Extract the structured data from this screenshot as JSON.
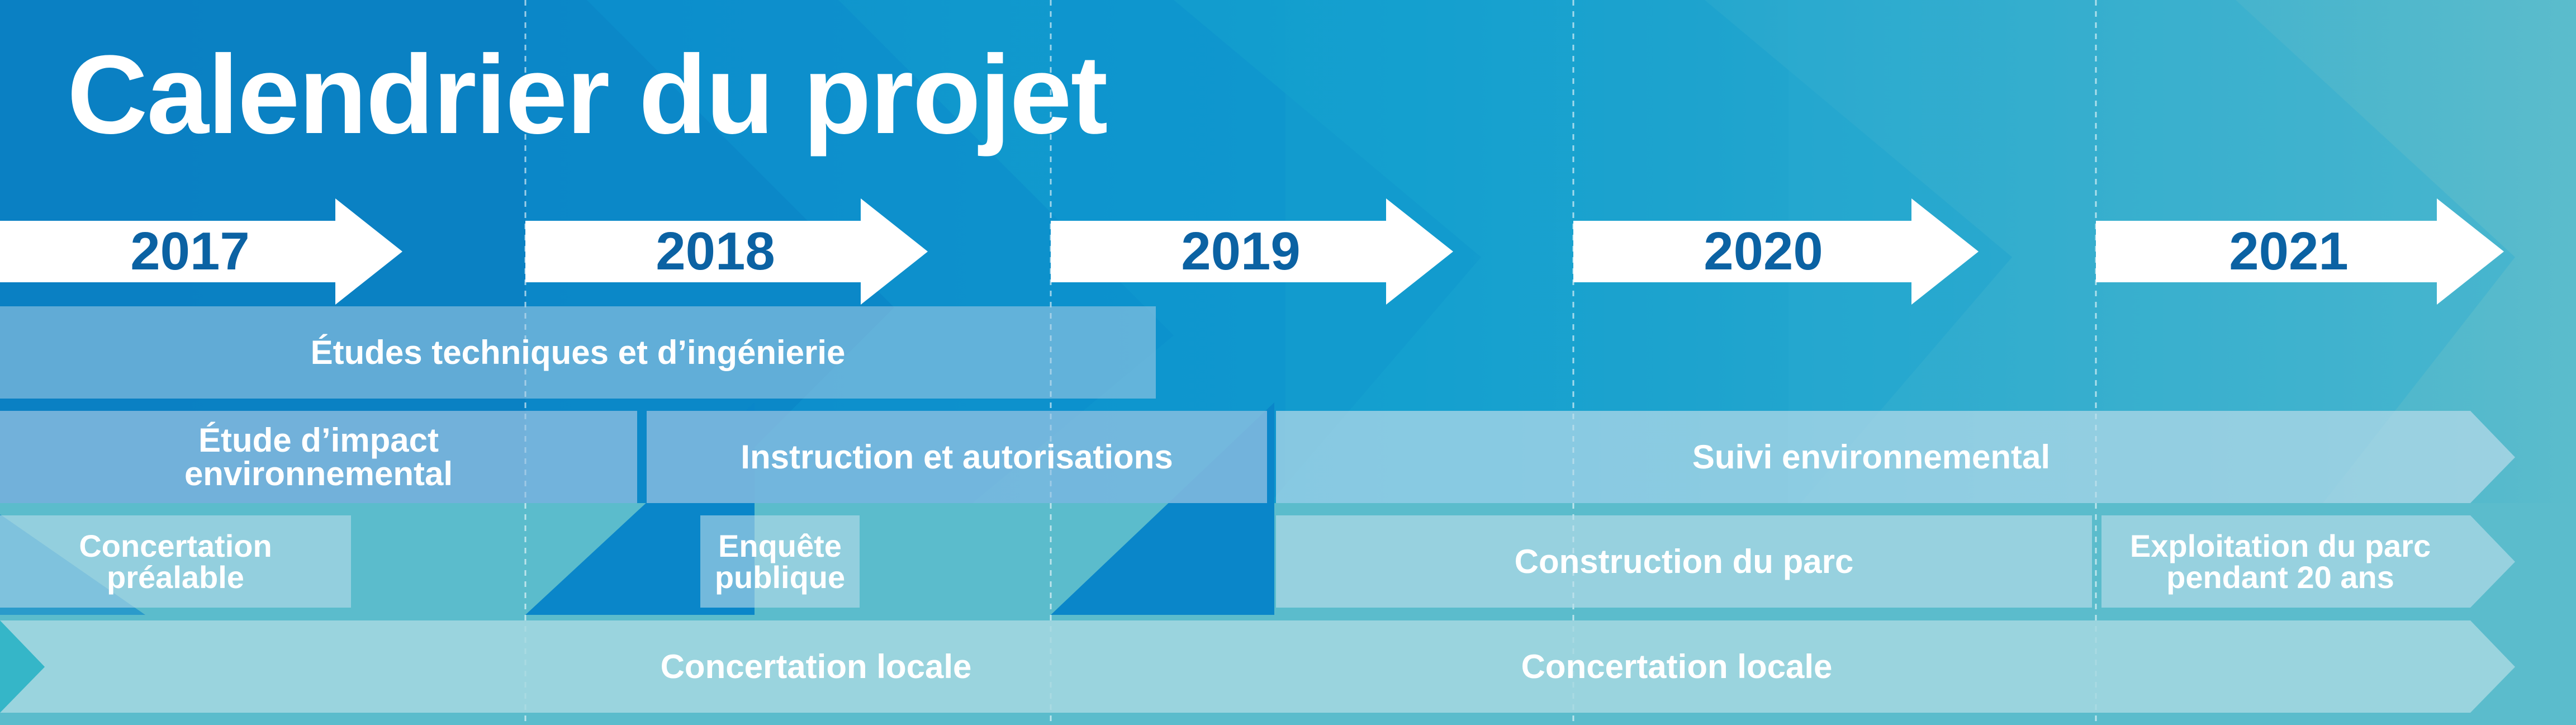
{
  "title": "Calendrier du projet",
  "years": [
    "2017",
    "2018",
    "2019",
    "2020",
    "2021"
  ],
  "rows": {
    "etudes_techniques": "Études techniques et d’ingénierie",
    "etude_impact": "Étude d’impact\nenvironnemental",
    "instruction": "Instruction et autorisations",
    "suivi": "Suivi environnemental",
    "concertation_prealable": "Concertation\npréalable",
    "enquete": "Enquête\npublique",
    "construction": "Construction du parc",
    "exploitation": "Exploitation du parc\npendant 20 ans",
    "concertation_locale_1": "Concertation locale",
    "concertation_locale_2": "Concertation locale"
  },
  "colors": {
    "background": "#5bbccc",
    "deep_blue": "#0a85c8",
    "year_text": "#0b62a3",
    "arrow_fill": "#ffffff"
  }
}
